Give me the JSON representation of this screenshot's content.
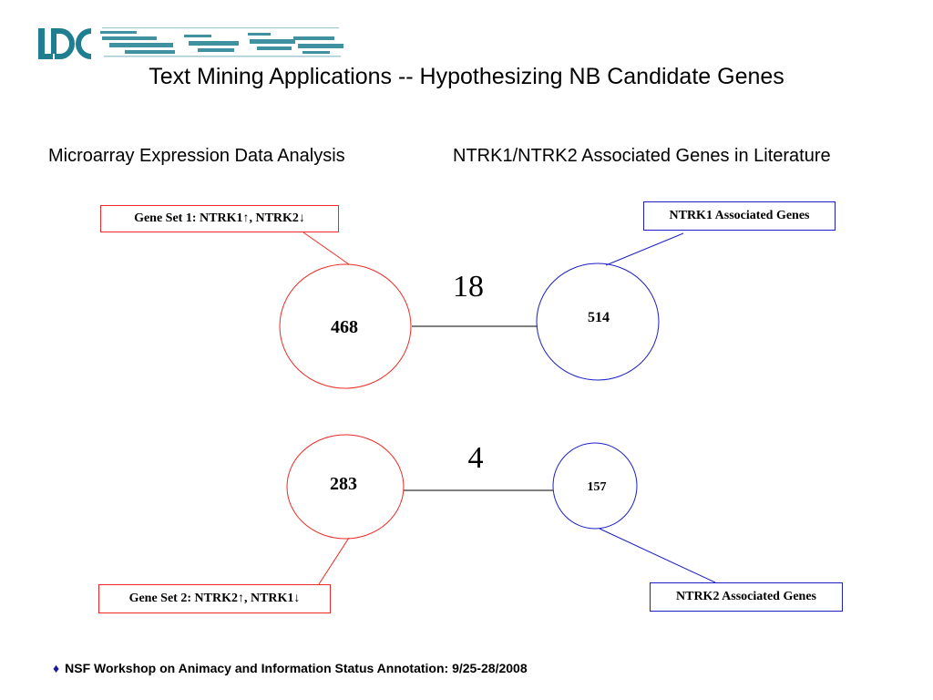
{
  "slide": {
    "title": "Text Mining Applications -- Hypothesizing NB Candidate Genes",
    "left_heading": "Microarray Expression Data Analysis",
    "right_heading": "NTRK1/NTRK2 Associated Genes in Literature",
    "logo_text": "LDC"
  },
  "diagram": {
    "gene_set_1": {
      "label": "Gene Set 1: NTRK1",
      "arrow_1": "↑",
      "mid": ", NTRK2",
      "arrow_2": "↓",
      "count": "468"
    },
    "ntrk1_assoc": {
      "label": "NTRK1 Associated Genes",
      "count": "514"
    },
    "overlap_1": "18",
    "gene_set_2": {
      "label": "Gene Set 2: NTRK2",
      "arrow_1": "↑",
      "mid": ", NTRK1",
      "arrow_2": "↓",
      "count": "283"
    },
    "ntrk2_assoc": {
      "label": "NTRK2 Associated Genes",
      "count": "157"
    },
    "overlap_2": "4"
  },
  "footer": {
    "bullet": "♦",
    "text": "NSF Workshop on Animacy and Information Status Annotation: 9/25-28/2008"
  },
  "colors": {
    "red": "#ee2a24",
    "blue": "#1c1fc6",
    "logo_teal": "#1f7f91"
  }
}
